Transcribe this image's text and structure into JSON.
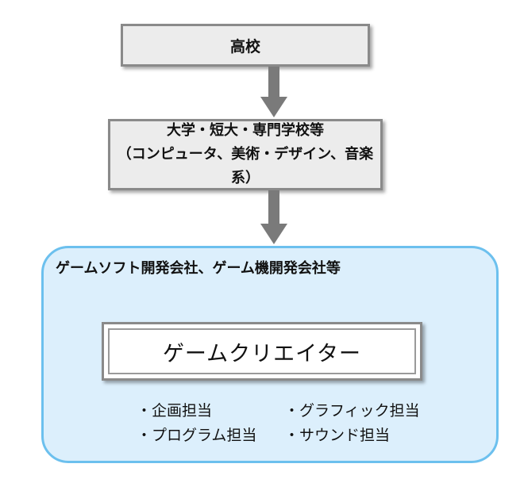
{
  "stages": {
    "high_school": "高校",
    "university_line1": "大学・短大・専門学校等",
    "university_line2": "（コンピュータ、美術・デザイン、音楽系）"
  },
  "company": {
    "title": "ゲームソフト開発会社、ゲーム機開発会社等",
    "creator": "ゲームクリエイター",
    "roles": [
      "・企画担当",
      "・グラフィック担当",
      "・プログラム担当",
      "・サウンド担当"
    ]
  },
  "colors": {
    "box_fill": "#ececec",
    "box_border": "#8a8a8a",
    "arrow": "#7a7a7a",
    "panel_fill": "#dceffc",
    "panel_border": "#6cc0ee"
  }
}
